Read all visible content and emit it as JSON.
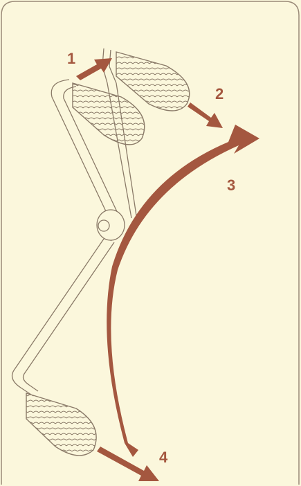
{
  "steps": [
    {
      "label": "1"
    },
    {
      "label": "2"
    },
    {
      "label": "3"
    },
    {
      "label": "4"
    }
  ],
  "colors": {
    "background": "#fbf7dc",
    "arrow": "#a4573f",
    "line": "#8a7a68",
    "border": "#9a8a78"
  },
  "icons": [
    "pedal-crank-icon",
    "rotation-arrow-icon"
  ]
}
